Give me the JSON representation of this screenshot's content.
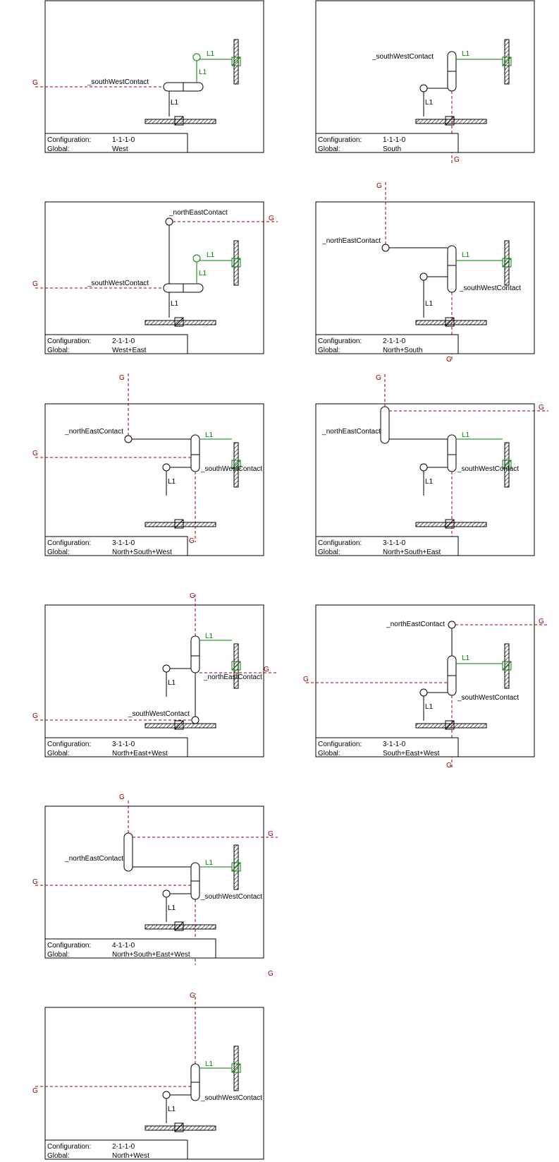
{
  "labels": {
    "configuration": "Configuration:",
    "global": "Global:",
    "guide": "G",
    "layer": "L1",
    "south_west_contact": "_southWestContact",
    "north_east_contact": "_northEastContact"
  },
  "panels": [
    {
      "configuration": "1-1-1-0",
      "global": "West"
    },
    {
      "configuration": "1-1-1-0",
      "global": "South"
    },
    {
      "configuration": "2-1-1-0",
      "global": "West+East"
    },
    {
      "configuration": "2-1-1-0",
      "global": "North+South"
    },
    {
      "configuration": "3-1-1-0",
      "global": "North+South+West"
    },
    {
      "configuration": "3-1-1-0",
      "global": "North+South+East"
    },
    {
      "configuration": "3-1-1-0",
      "global": "North+East+West"
    },
    {
      "configuration": "3-1-1-0",
      "global": "South+East+West"
    },
    {
      "configuration": "4-1-1-0",
      "global": "North+South+East+West"
    },
    {
      "configuration": "2-1-1-0",
      "global": "North+West"
    }
  ],
  "colors": {
    "wire": "#000000",
    "layer": "#008000",
    "guide": "#8b0000"
  }
}
